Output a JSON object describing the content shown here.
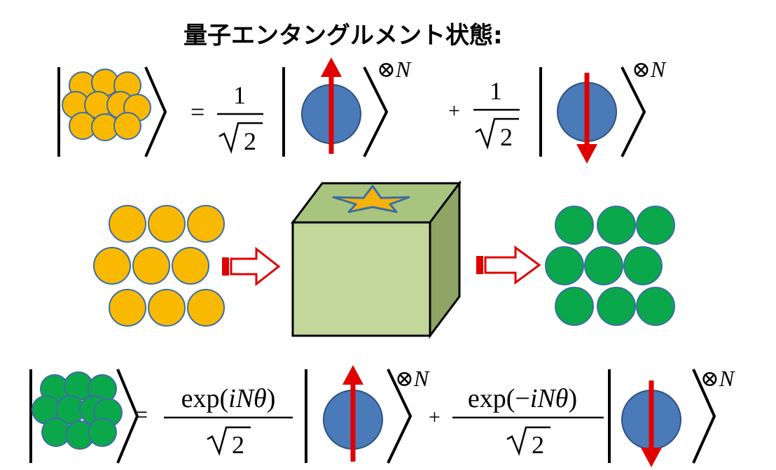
{
  "title": "量子エンタングルメント状態:",
  "colors": {
    "atom_yellow": "#f9b900",
    "atom_green": "#0aa84a",
    "atom_outline": "#3c6ea5",
    "spin_ball": "#4a7ab8",
    "spin_ball_outline": "#2e5283",
    "arrow_red": "#e00000",
    "cube_front": "#c4d79b",
    "cube_top": "#a9c47f",
    "cube_side": "#8fa565",
    "star": "#f5b20b",
    "star_outline": "#3c6ea5",
    "ink": "#000000"
  },
  "equation1": {
    "equals": "=",
    "plus": "+",
    "coef1_num": "1",
    "coef1_den": "2",
    "coef2_num": "1",
    "coef2_den": "2",
    "sup1": "⊗N",
    "sup2": "⊗N"
  },
  "process": {
    "input_label": "yellow-atom-array",
    "device_label": "cube-with-star",
    "output_label": "green-atom-array"
  },
  "equation2": {
    "equals": "=",
    "plus": "+",
    "coef1_num": "exp(iNθ)",
    "coef1_den": "2",
    "coef2_num": "exp(−iNθ)",
    "coef2_den": "2",
    "sup1": "⊗N",
    "sup2": "⊗N"
  }
}
